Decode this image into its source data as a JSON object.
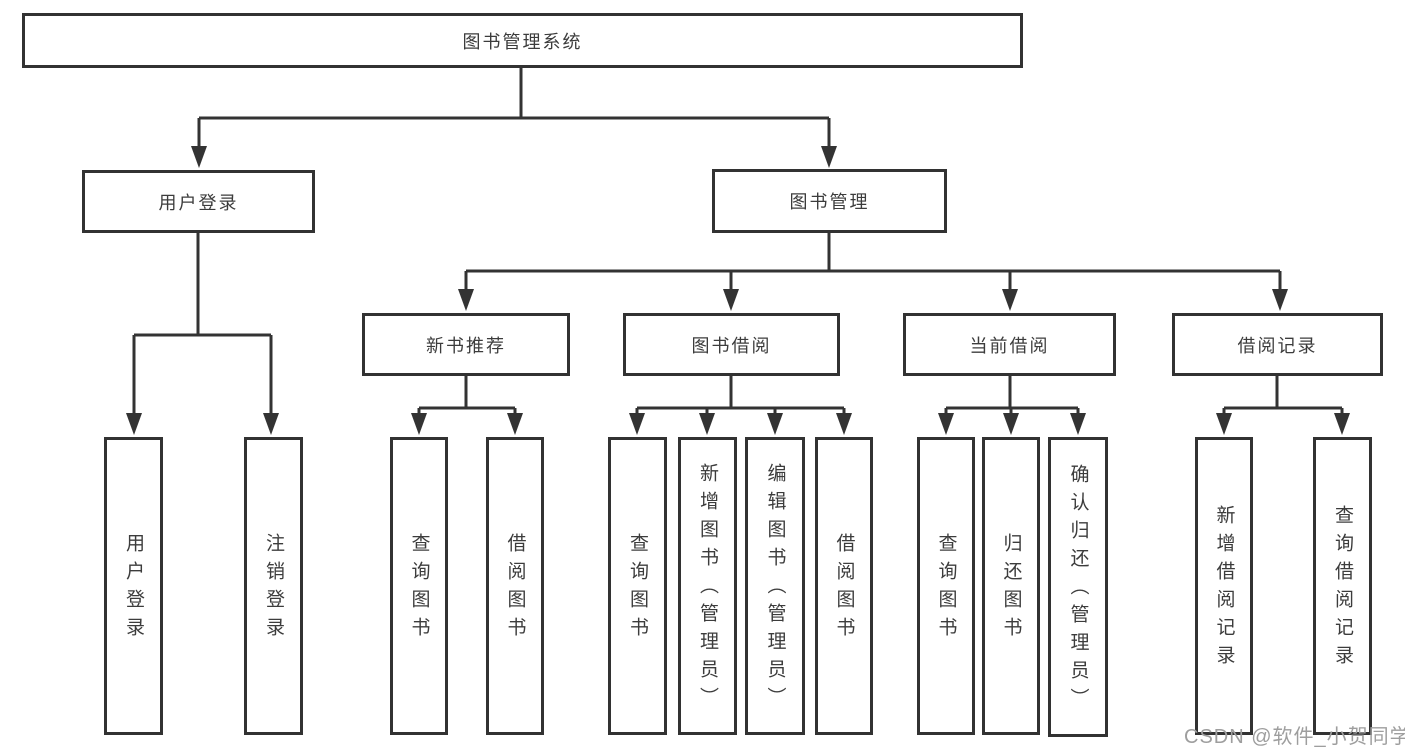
{
  "colors": {
    "background": "#ffffff",
    "box_border": "#323232",
    "line": "#333333",
    "text": "#3c3c3c",
    "watermark": "#9e9e9e"
  },
  "watermark": "CSDN @软件_小贺同学",
  "diagram": {
    "type": "hierarchy-tree",
    "title": "图书管理系统",
    "level2": [
      {
        "label": "用户登录"
      },
      {
        "label": "图书管理"
      }
    ],
    "level3": [
      {
        "label": "新书推荐",
        "parent": "图书管理"
      },
      {
        "label": "图书借阅",
        "parent": "图书管理"
      },
      {
        "label": "当前借阅",
        "parent": "图书管理"
      },
      {
        "label": "借阅记录",
        "parent": "图书管理"
      }
    ],
    "leaves": [
      {
        "label": "用户登录",
        "parent": "用户登录"
      },
      {
        "label": "注销登录",
        "parent": "用户登录"
      },
      {
        "label": "查询图书",
        "parent": "新书推荐"
      },
      {
        "label": "借阅图书",
        "parent": "新书推荐"
      },
      {
        "label": "查询图书",
        "parent": "图书借阅"
      },
      {
        "label": "新增图书（管理员）",
        "parent": "图书借阅"
      },
      {
        "label": "编辑图书（管理员）",
        "parent": "图书借阅"
      },
      {
        "label": "借阅图书",
        "parent": "图书借阅"
      },
      {
        "label": "查询图书",
        "parent": "当前借阅"
      },
      {
        "label": "归还图书",
        "parent": "当前借阅"
      },
      {
        "label": "确认归还（管理员）",
        "parent": "当前借阅"
      },
      {
        "label": "新增借阅记录",
        "parent": "借阅记录"
      },
      {
        "label": "查询借阅记录",
        "parent": "借阅记录"
      }
    ]
  }
}
